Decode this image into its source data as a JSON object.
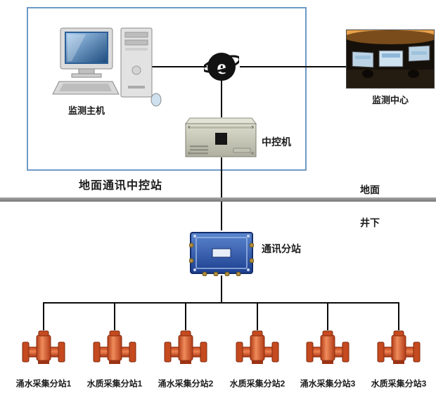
{
  "labels": {
    "monitor_host": "监测主机",
    "monitor_center": "监测中心",
    "control_machine": "中控机",
    "ground_station": "地面通讯中控站",
    "surface": "地面",
    "underground": "井下",
    "comm_substation": "通讯分站"
  },
  "devices": [
    {
      "label": "涌水采集分站1"
    },
    {
      "label": "水质采集分站1"
    },
    {
      "label": "涌水采集分站2"
    },
    {
      "label": "水质采集分站2"
    },
    {
      "label": "涌水采集分站3"
    },
    {
      "label": "水质采集分站3"
    }
  ],
  "icons": {
    "internet": "internet-e-icon",
    "monitor_host": "desktop-computer-icon",
    "control_machine": "rackmount-server-icon",
    "comm_substation": "junction-box-icon",
    "device": "flow-sensor-icon"
  },
  "colors": {
    "box_border_blue": "#6e9ac7",
    "device_orange": "#d14f27",
    "substation_blue": "#2a52a0",
    "divider_gray": "#8a8a8a",
    "line_black": "#0a0a0a"
  }
}
